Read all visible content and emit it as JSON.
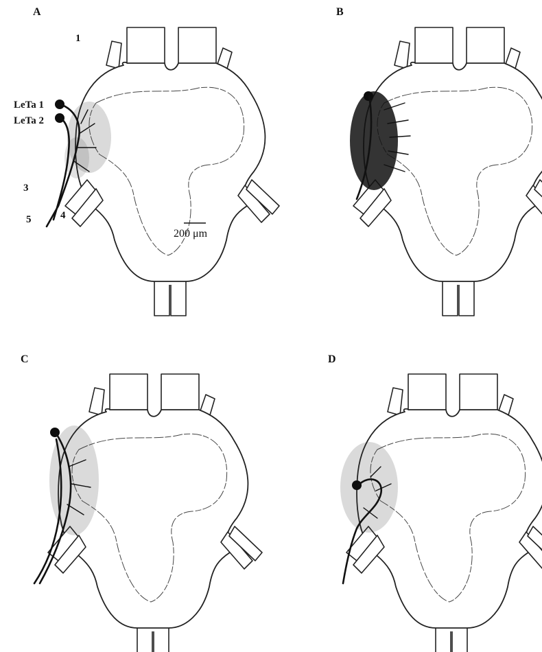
{
  "panels": [
    {
      "id": "A",
      "letter": "A"
    },
    {
      "id": "B",
      "letter": "B"
    },
    {
      "id": "C",
      "letter": "C"
    },
    {
      "id": "D",
      "letter": "D"
    }
  ],
  "labels": {
    "neuron_1": "LeTa 1",
    "neuron_2": "LeTa 2",
    "nerve_1": "1",
    "nerve_3": "3",
    "nerve_4": "4",
    "nerve_5": "5"
  },
  "scale_bar": {
    "label": "200 μm"
  }
}
